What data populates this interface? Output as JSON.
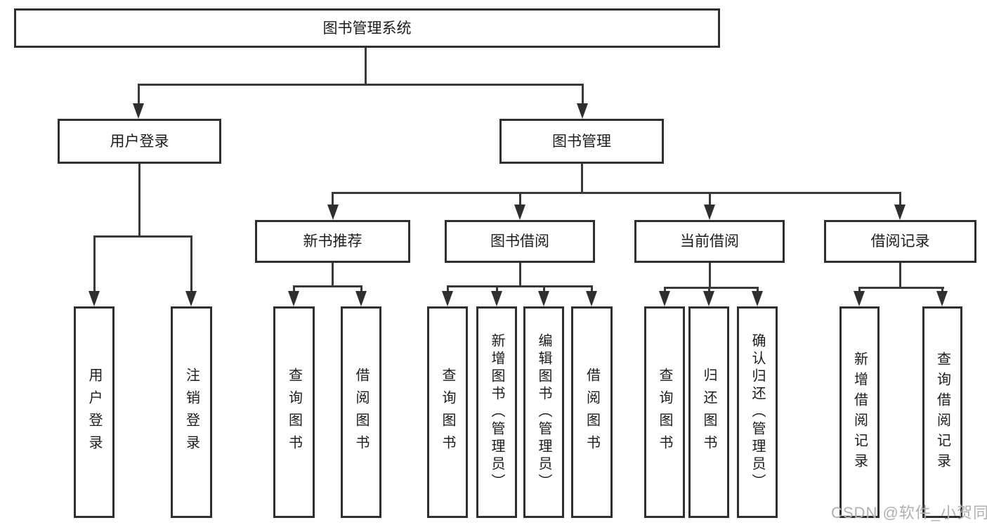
{
  "diagram": {
    "root": "图书管理系统",
    "user_login": {
      "label": "用户登录",
      "children": [
        "用户登录",
        "注销登录"
      ]
    },
    "book_mgmt": {
      "label": "图书管理"
    },
    "new_book_rec": {
      "label": "新书推荐",
      "children": [
        "查询图书",
        "借阅图书"
      ]
    },
    "book_borrow": {
      "label": "图书借阅",
      "children": [
        "查询图书",
        "新增图书（管理员）",
        "编辑图书（管理员）",
        "借阅图书"
      ]
    },
    "current_borrow": {
      "label": "当前借阅",
      "children": [
        "查询图书",
        "归还图书",
        "确认归还（管理员）"
      ]
    },
    "borrow_records": {
      "label": "借阅记录",
      "children": [
        "新增借阅记录",
        "查询借阅记录"
      ]
    }
  },
  "watermark": {
    "text": "CSDN @软件_小贺同学"
  },
  "colors": {
    "background": "#ffffff",
    "box_border": "#2f2f2f",
    "connector_line": "#3a3a3a",
    "text": "#1c1c1c",
    "watermark": "#b0b0b0"
  }
}
